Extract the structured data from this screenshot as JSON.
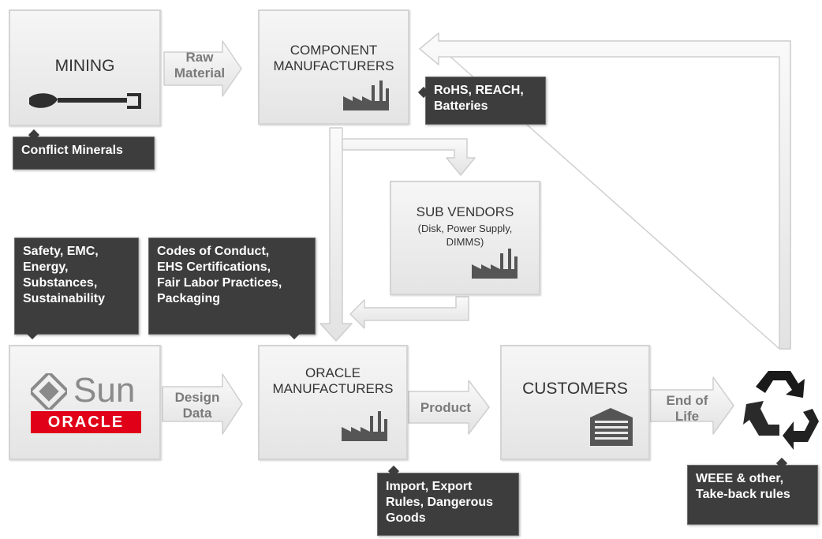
{
  "boxes": {
    "mining": "MINING",
    "component_manufacturers": [
      "COMPONENT",
      "MANUFACTURERS"
    ],
    "sub_vendors": {
      "title": "SUB VENDORS",
      "subtitle": [
        "(Disk, Power Supply,",
        "DIMMS)"
      ]
    },
    "sun_oracle": {
      "sun": "Sun",
      "oracle": "ORACLE"
    },
    "oracle_manufacturers": [
      "ORACLE",
      "MANUFACTURERS"
    ],
    "customers": "CUSTOMERS"
  },
  "arrows": {
    "raw_material": [
      "Raw",
      "Material"
    ],
    "design_data": [
      "Design",
      "Data"
    ],
    "product": "Product",
    "end_of_life": [
      "End of",
      "Life"
    ]
  },
  "tags": {
    "conflict_minerals": [
      "Conflict Minerals"
    ],
    "rohs": [
      "RoHS, REACH,",
      "Batteries"
    ],
    "safety": [
      "Safety, EMC,",
      "Energy,",
      "Substances,",
      "Sustainability"
    ],
    "codes": [
      "Codes of Conduct,",
      "EHS Certifications,",
      "Fair Labor Practices,",
      "Packaging"
    ],
    "import": [
      "Import, Export",
      "Rules, Dangerous",
      "Goods"
    ],
    "weee": [
      "WEEE & other,",
      "Take-back rules"
    ]
  },
  "icons": {
    "mining": "shovel-icon",
    "factory": "factory-icon",
    "customers": "office-building-icon",
    "recycle": "recycle-icon",
    "sun_logo": "sun-logo-icon"
  },
  "colors": {
    "tag_background": "#3d3d3d",
    "box_background": "#eeeeee",
    "arrow_fill": "#eeeeee",
    "oracle_red": "#e00017"
  }
}
